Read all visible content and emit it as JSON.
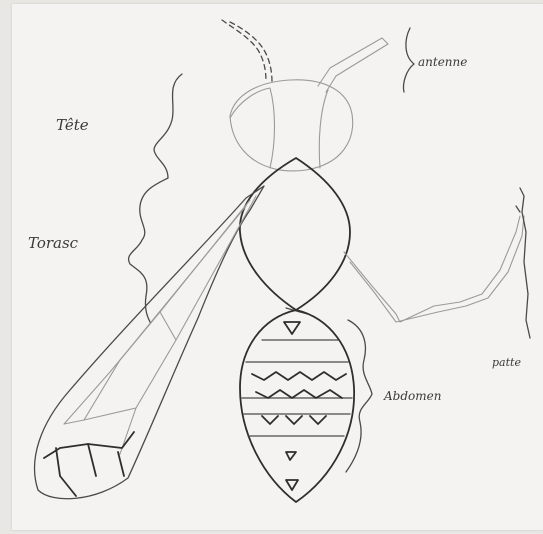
{
  "labels": {
    "head": "Tête",
    "thorax": "Torasc",
    "antenna": "antenne",
    "leg": "patte",
    "abdomen": "Abdomen"
  }
}
